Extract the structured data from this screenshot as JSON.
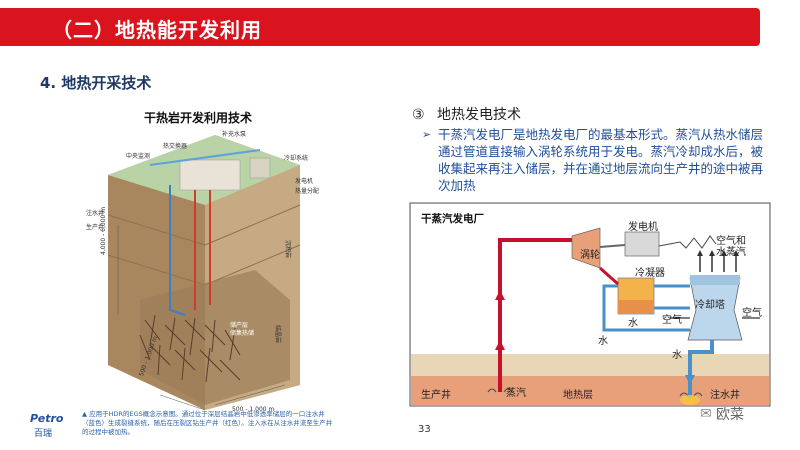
{
  "header": {
    "title": "（二）地热能开发利用",
    "color": "#d9141e"
  },
  "section_title": "4. 地热开采技术",
  "figure": {
    "title": "干热岩开发利用技术",
    "labels": {
      "monitor": "中央监测",
      "exchanger": "热交换器",
      "makeup_water": "补充水泵",
      "cooling": "冷却系统",
      "generator": "发电机",
      "heat_dist": "热量分配",
      "injection": "注水井",
      "production": "生产井",
      "depth": "4,000 - 6,000 m",
      "sediment": "沉积岩",
      "granite": "结晶岩",
      "reservoir": "储产层\n储集热储",
      "dist_bottom": "500 - 1,000 m",
      "dist_side": "500 - 1,000 m"
    },
    "caption": "▲ 应用于HDR的EGS概念示意图。通过位于深层结晶岩中低渗透率储层的一口注水井（蓝色）生成裂缝系统，随后在压裂区钻生产井（红色）。注入水在从注水井流至生产井的过程中被加热。"
  },
  "technique": {
    "number": "③",
    "title": "地热发电技术",
    "bullet_marker": "➢",
    "text": "干蒸汽发电厂是地热发电厂的最基本形式。蒸汽从热水储层通过管道直接输入涡轮系统用于发电。蒸汽冷却成水后，被收集起来再注入储层，并在通过地层流向生产井的途中被再次加热"
  },
  "plant_diagram": {
    "title": "干蒸汽发电厂",
    "labels": {
      "generator": "发电机",
      "turbine": "涡轮",
      "condenser": "冷凝器",
      "air_vapor": "空气和\n水蒸汽",
      "cooling_tower": "冷却塔",
      "water1": "水",
      "air1": "空气",
      "air2": "空气",
      "water2": "水",
      "water3": "水",
      "production_well": "生产井",
      "steam": "蒸汽",
      "reservoir": "地热层",
      "injection_well": "注水井"
    }
  },
  "page_number": "33",
  "logo": {
    "text": "Petro",
    "sub": "百瑞"
  },
  "watermark": "欧菜"
}
